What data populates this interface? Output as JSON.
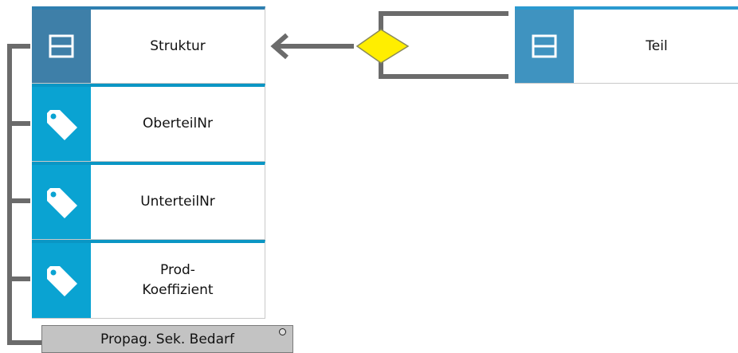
{
  "entities": {
    "struktur": {
      "title": "Struktur",
      "icon": "table-icon",
      "attributes": [
        {
          "label": "OberteilNr",
          "icon": "tag-icon"
        },
        {
          "label": "UnterteilNr",
          "icon": "tag-icon"
        },
        {
          "label": "Prod-\nKoeffizient",
          "icon": "tag-icon"
        }
      ],
      "footer": "Propag. Sek. Bedarf"
    },
    "teil": {
      "title": "Teil",
      "icon": "table-icon"
    }
  },
  "relationship": {
    "symbol": "diamond",
    "color": "#ffee00"
  },
  "colors": {
    "entity_icon": "#3e7fa8",
    "attribute_icon": "#0aa3d2",
    "connector": "#6b6b6b",
    "footer": "#c3c3c3"
  }
}
